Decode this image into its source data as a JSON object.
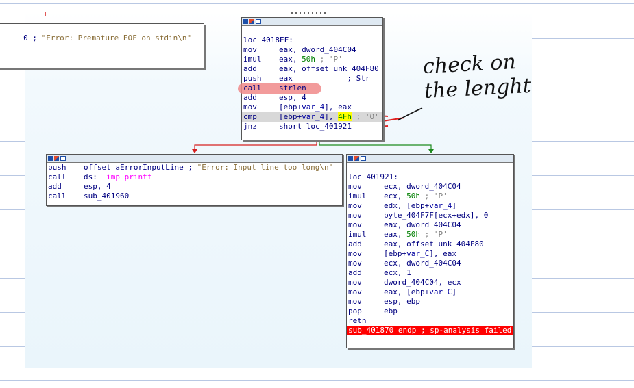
{
  "colors": {
    "rule_line": "#b9c8e3",
    "canvas_bg": "#eaf5fb",
    "edge_true": "#d62020",
    "edge_false": "#1e8a1e",
    "annotation_pen": "#e02020",
    "call_highlight": "#f08a8a",
    "endp_bg": "#ff0000"
  },
  "nodes": {
    "top_left": {
      "lines": {
        "l0": {
          "label": "_0 ; ",
          "string": "\"Error: Premature EOF on stdin\\n\""
        }
      }
    },
    "top_center": {
      "label": "loc_4018EF:",
      "rows": {
        "r0": {
          "mn": "mov",
          "ops": "eax, dword_404C04"
        },
        "r1": {
          "mn": "imul",
          "op_a": "eax, ",
          "num": "50h",
          "cmt": " ; 'P'"
        },
        "r2": {
          "mn": "add",
          "ops": "eax, offset unk_404F80"
        },
        "r3": {
          "mn": "push",
          "ops": "eax",
          "cmt": "            ; Str"
        },
        "r4": {
          "mn": "call",
          "ops": "strlen"
        },
        "r5": {
          "mn": "add",
          "ops": "esp, 4"
        },
        "r6": {
          "mn": "mov",
          "op_a": "[ebp+",
          "var": "var_4",
          "op_b": "], eax"
        },
        "r7": {
          "mn": "cmp",
          "op_a": "[ebp+",
          "var": "var_4",
          "op_b": "], ",
          "hl": "4Fh",
          "cmt": " ; 'O'"
        },
        "r8": {
          "mn": "jnz",
          "ops": "short loc_401921"
        }
      }
    },
    "bottom_left": {
      "rows": {
        "r0": {
          "mn": "push",
          "ops": "offset aErrorInputLine ; ",
          "string": "\"Error: Input line too long\\n\""
        },
        "r1": {
          "mn": "call",
          "op_a": "ds:",
          "imp": "__imp_printf"
        },
        "r2": {
          "mn": "add",
          "ops": "esp, 4"
        },
        "r3": {
          "mn": "call",
          "ops": "sub_401960"
        }
      }
    },
    "bottom_right": {
      "label": "loc_401921:",
      "rows": {
        "r0": {
          "mn": "mov",
          "ops": "ecx, dword_404C04"
        },
        "r1": {
          "mn": "imul",
          "op_a": "ecx, ",
          "num": "50h",
          "cmt": " ; 'P'"
        },
        "r2": {
          "mn": "mov",
          "op_a": "edx, [ebp+",
          "var": "var_4",
          "op_b": "]"
        },
        "r3": {
          "mn": "mov",
          "ops": "byte_404F7F[ecx+edx], 0"
        },
        "r4": {
          "mn": "mov",
          "ops": "eax, dword_404C04"
        },
        "r5": {
          "mn": "imul",
          "op_a": "eax, ",
          "num": "50h",
          "cmt": " ; 'P'"
        },
        "r6": {
          "mn": "add",
          "ops": "eax, offset unk_404F80"
        },
        "r7": {
          "mn": "mov",
          "op_a": "[ebp+",
          "var": "var_C",
          "op_b": "], eax"
        },
        "r8": {
          "mn": "mov",
          "ops": "ecx, dword_404C04"
        },
        "r9": {
          "mn": "add",
          "ops": "ecx, 1"
        },
        "r10": {
          "mn": "mov",
          "ops": "dword_404C04, ecx"
        },
        "r11": {
          "mn": "mov",
          "op_a": "eax, [ebp+",
          "var": "var_C",
          "op_b": "]"
        },
        "r12": {
          "mn": "mov",
          "ops": "esp, ebp"
        },
        "r13": {
          "mn": "pop",
          "ops": "ebp"
        },
        "r14": {
          "mn": "retn",
          "ops": ""
        }
      },
      "endp": "sub_401870 endp ; sp-analysis failed"
    }
  },
  "annotation": {
    "line1": "check on",
    "line2": "the lenght"
  }
}
